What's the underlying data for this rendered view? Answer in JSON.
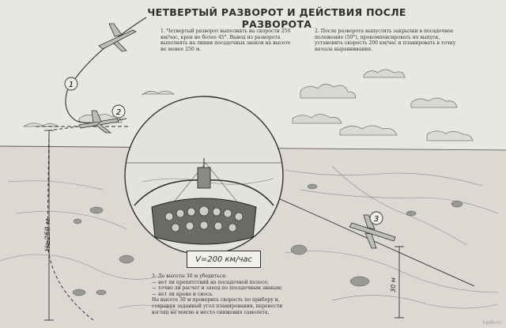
{
  "title": "ЧЕТВЕРТЫЙ РАЗВОРОТ И ДЕЙСТВИЯ ПОСЛЕ РАЗВОРОТА",
  "notes": {
    "note1": "1. Четвертый разворот выполнять на скорости 250 км/час, крен не более 45°. Вывод из разворота выполнять на линии посадочных знаков на высоте не менее 250 м.",
    "note2": "2. После разворота выпустить закрылки в посадочное положение (50°), прокомпенсировать их выпуск, установить скорость 200 км/час и планировать в точку начала выравнивания.",
    "note3": {
      "head": "3. До высоты 30 м убедиться:",
      "line1": "— нет ли препятствий на посадочной полосе;",
      "line2": "— точно ли расчет и заход по посадочным знакам;",
      "line3": "— нет ли крена и сноса.",
      "body": "На высоте 30 м проверить скорость по прибору и, сохраняя заданный угол планирования, перенести взгляд на землю в место снижения самолета."
    }
  },
  "markers": {
    "m1": "1",
    "m2": "2",
    "m3": "3"
  },
  "speed_box": "V=200 км/час",
  "height_main": "H≥250 м",
  "height_30": "30 м",
  "watermark": "kpdb.ru"
}
